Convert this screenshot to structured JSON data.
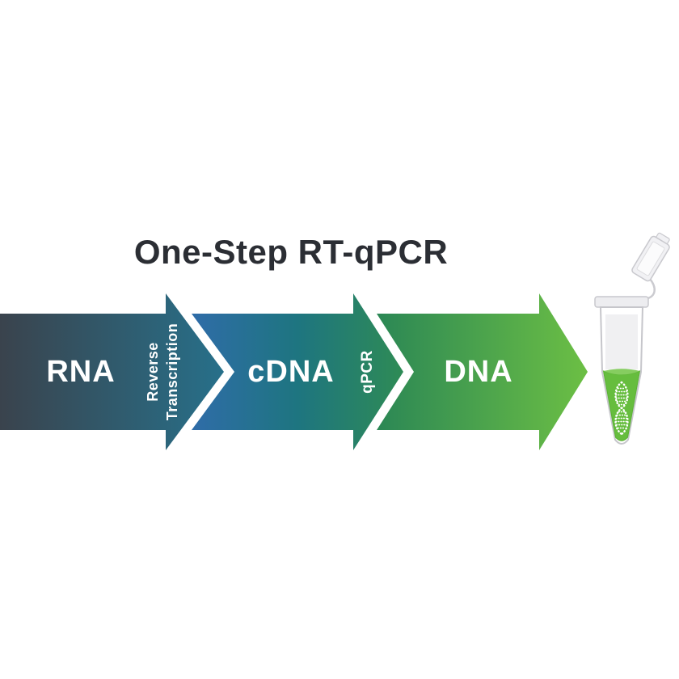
{
  "title": "One-Step RT-qPCR",
  "diagram": {
    "stages": [
      {
        "label": "RNA"
      },
      {
        "label": "cDNA"
      },
      {
        "label": "DNA"
      }
    ],
    "transitions": [
      {
        "line1": "Reverse",
        "line2": "Transcription"
      },
      {
        "label": "qPCR"
      }
    ],
    "icons": {
      "tube": "pcr-tube-icon",
      "helix": "dna-helix-icon"
    }
  },
  "colors": {
    "title_text": "#2b2e34",
    "stage_text": "#ffffff",
    "arrow_rna": {
      "start": "#3a434d",
      "end": "#27708a"
    },
    "arrow_cdna": {
      "start": "#2f6ca8",
      "mid": "#1e7580",
      "end": "#2e8b55"
    },
    "arrow_dna": {
      "start": "#2b8755",
      "end": "#6cbf44"
    },
    "gap_white": "#ffffff",
    "tube_liquid": "#66bd3e",
    "tube_liquid_surface": "#86cd60",
    "helix": "#ffffff"
  }
}
